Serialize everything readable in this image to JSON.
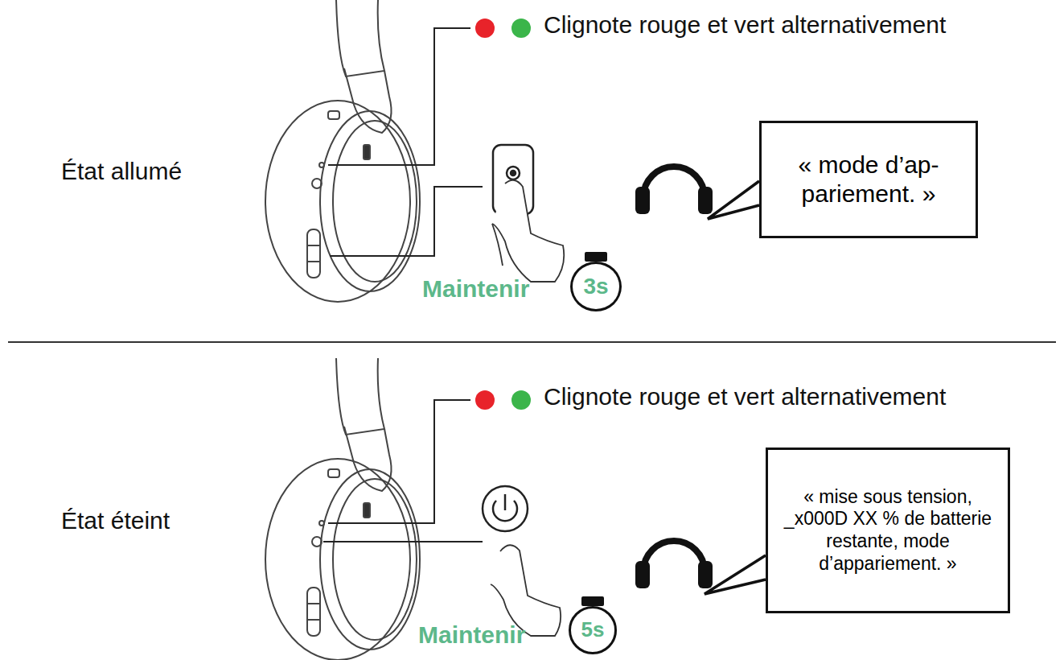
{
  "diagram": {
    "nodes": [
      {
        "text": [
          "« mode d’ap- pariement. »"
        ]
      },
      {
        "text": [
          "3s"
        ]
      },
      {
        "text": [
          "« mise sous tension, _x000D XX % de batterie restante, mode d’appariement. »"
        ]
      },
      {
        "text": [
          "5s"
        ]
      }
    ],
    "labels": [
      "Clignote rouge et vert alternativement",
      "État allumé",
      "Maintenir",
      "Clignote rouge et vert alternativement",
      "État éteint",
      "Maintenir"
    ]
  }
}
